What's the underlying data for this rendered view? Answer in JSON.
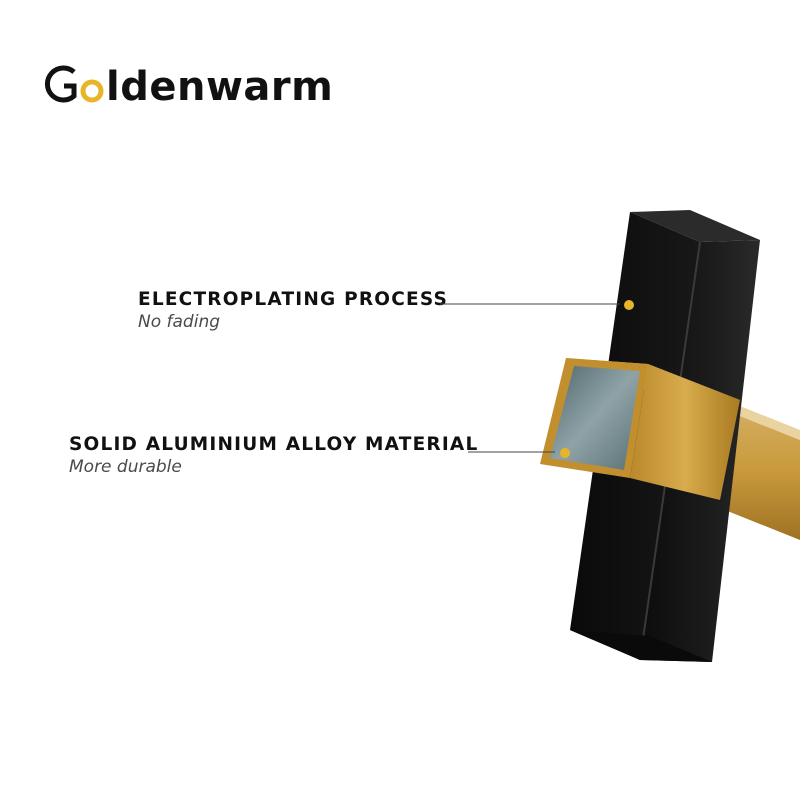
{
  "brand": {
    "name": "Goldenwarm",
    "accent_color": "#e8b428",
    "text_color": "#111111"
  },
  "callouts": [
    {
      "heading": "ELECTROPLATING PROCESS",
      "sub": "No fading"
    },
    {
      "heading": "SOLID ALUMINIUM ALLOY MATERIAL",
      "sub": "More durable"
    }
  ],
  "product": {
    "body_color": "#141414",
    "connector_color": "#c99a3c",
    "face_color": "#5d7378",
    "marker_color": "#e8b428"
  }
}
